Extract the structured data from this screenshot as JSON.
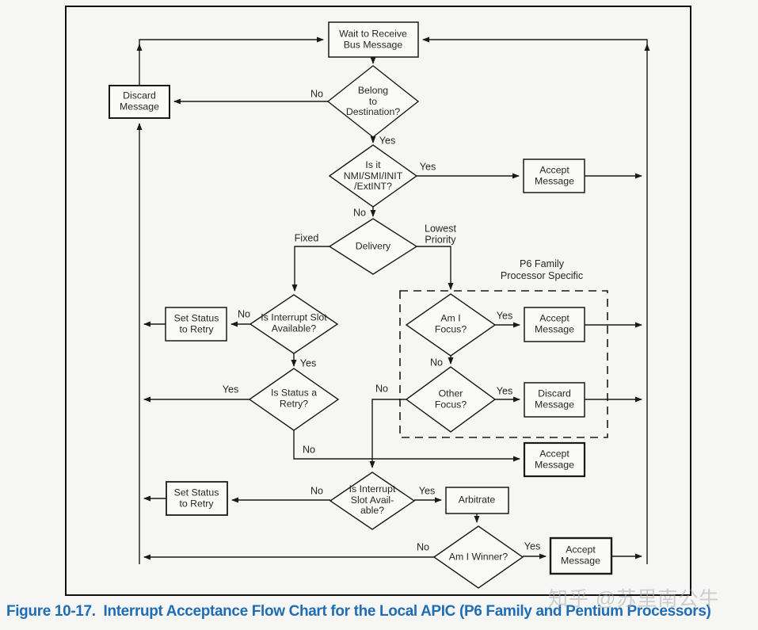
{
  "figure": {
    "caption": "Figure 10-17.  Interrupt Acceptance Flow Chart for the Local APIC (P6 Family and Pentium Processors)"
  },
  "watermark": "知乎 @苏里南公牛",
  "colors": {
    "caption_blue": "#1f6db4",
    "line_black": "#1a1a1a",
    "watermark_gray": "#aaacaf"
  },
  "region": {
    "label": "P6 Family\nProcessor Specific"
  },
  "nodes": {
    "wait": "Wait to Receive\nBus Message",
    "belong": "Belong\nto\nDestination?",
    "discard_top": "Discard\nMessage",
    "nmi": "Is it\nNMI/SMI/INIT\n/ExtINT?",
    "accept_nmi": "Accept\nMessage",
    "delivery": "Delivery",
    "slot_fixed": "Is Interrupt Slot\nAvailable?",
    "set_status_fixed": "Set Status\nto Retry",
    "retry": "Is Status a\nRetry?",
    "accept_fixed": "Accept\nMessage",
    "focus": "Am I\nFocus?",
    "accept_focus": "Accept\nMessage",
    "other_focus": "Other\nFocus?",
    "discard_focus": "Discard\nMessage",
    "slot_lowest": "Is Interrupt\nSlot Avail-\nable?",
    "set_status_lowest": "Set Status\nto Retry",
    "arbitrate": "Arbitrate",
    "winner": "Am I Winner?",
    "accept_winner": "Accept\nMessage"
  },
  "edge_labels": [
    {
      "text": "No"
    },
    {
      "text": "Yes"
    },
    {
      "text": "Yes"
    },
    {
      "text": "No"
    },
    {
      "text": "Fixed"
    },
    {
      "text": "Lowest\nPriority"
    },
    {
      "text": "No"
    },
    {
      "text": "Yes"
    },
    {
      "text": "Yes"
    },
    {
      "text": "No"
    },
    {
      "text": "Yes"
    },
    {
      "text": "Yes"
    },
    {
      "text": "No"
    },
    {
      "text": "No"
    },
    {
      "text": "No"
    },
    {
      "text": "Yes"
    },
    {
      "text": "No"
    },
    {
      "text": "Yes"
    }
  ]
}
